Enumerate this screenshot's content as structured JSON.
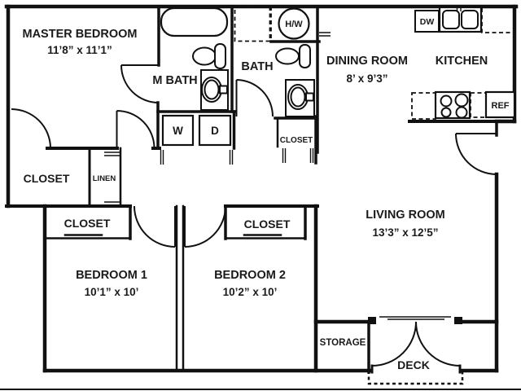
{
  "rooms": {
    "master_bedroom": {
      "name": "MASTER BEDROOM",
      "dims": "11’8” x 11’1”"
    },
    "m_bath": {
      "name": "M BATH"
    },
    "bath": {
      "name": "BATH"
    },
    "dining_room": {
      "name": "DINING ROOM",
      "dims": "8’ x 9’3”"
    },
    "kitchen": {
      "name": "KITCHEN"
    },
    "living_room": {
      "name": "LIVING ROOM",
      "dims": "13’3” x 12’5”"
    },
    "bedroom_1": {
      "name": "BEDROOM 1",
      "dims": "10’1” x 10’"
    },
    "bedroom_2": {
      "name": "BEDROOM 2",
      "dims": "10’2” x 10’"
    },
    "storage": {
      "name": "STORAGE"
    },
    "deck": {
      "name": "DECK"
    }
  },
  "closets": {
    "master_closet": "CLOSET",
    "linen": "LINEN",
    "bath_closet": "CLOSET",
    "bedroom_1_closet": "CLOSET",
    "bedroom_2_closet": "CLOSET"
  },
  "appliances": {
    "washer": "W",
    "dryer": "D",
    "water_heater": "H/W",
    "dishwasher": "DW",
    "refrigerator": "REF"
  },
  "colors": {
    "wall": "#111111",
    "text": "#1a1a1a",
    "background": "#ffffff"
  }
}
